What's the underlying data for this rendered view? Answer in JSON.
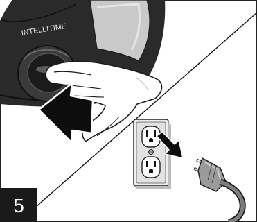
{
  "figure": {
    "dial_label": "INTELLITIME",
    "step_number": "5"
  },
  "icons": {
    "press_arrow": "large-arrow-pointing-up-left",
    "unplug_arrow": "arrow-pointing-down-right",
    "outlet": "wall-outlet",
    "plug": "power-plug"
  }
}
